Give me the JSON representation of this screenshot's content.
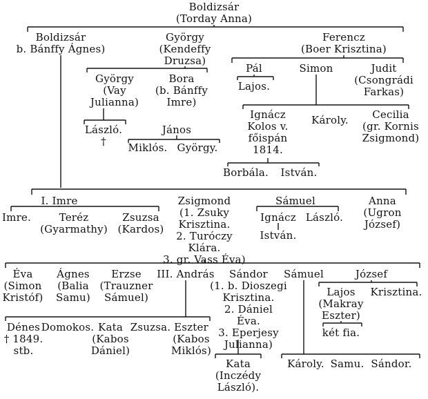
{
  "nodes": [
    {
      "id": "n1",
      "text": "Boldizsár\n(Torday Anna)"
    },
    {
      "id": "n2",
      "text": "Boldizsár\nb. Bánffy Ágnes)"
    },
    {
      "id": "n3",
      "text": "György\n(Kendeffy\nDruzsa)"
    },
    {
      "id": "n4",
      "text": "Ferencz\n(Boer Krisztina)"
    },
    {
      "id": "n5",
      "text": "György\n(Vay\nJulianna)"
    },
    {
      "id": "n6",
      "text": "Bora\n(b. Bánffy\nImre)"
    },
    {
      "id": "n7",
      "text": "László.\n†"
    },
    {
      "id": "n8",
      "text": "János"
    },
    {
      "id": "n9",
      "text": "Miklós."
    },
    {
      "id": "n10",
      "text": "György."
    },
    {
      "id": "n11",
      "text": "Pál"
    },
    {
      "id": "n12",
      "text": "Simon"
    },
    {
      "id": "n13",
      "text": "Judit\n(Csongrádi\nFarkas)"
    },
    {
      "id": "n14",
      "text": "Lajos."
    },
    {
      "id": "n15",
      "text": "Ignácz\nKolos v.\nfőispán\n1814."
    },
    {
      "id": "n16",
      "text": "Károly."
    },
    {
      "id": "n17",
      "text": "Cecilia\n(gr. Kornis\nZsigmond)"
    },
    {
      "id": "n18",
      "text": "Borbála."
    },
    {
      "id": "n19",
      "text": "István."
    },
    {
      "id": "n20",
      "text": "I. Imre"
    },
    {
      "id": "n21",
      "text": "Zsigmond\n(1. Zsuky\nKrisztina.\n2. Turóczy\nKlára.\n3. gr. Vass Éva)"
    },
    {
      "id": "n22",
      "text": "Sámuel"
    },
    {
      "id": "n23",
      "text": "Anna\n(Ugron\nJózsef)"
    },
    {
      "id": "n24",
      "text": "Imre."
    },
    {
      "id": "n25",
      "text": "Teréz\n(Gyarmathy)"
    },
    {
      "id": "n26",
      "text": "Zsuzsa\n(Kardos)"
    },
    {
      "id": "n27",
      "text": "Ignácz"
    },
    {
      "id": "n28",
      "text": "László."
    },
    {
      "id": "n29",
      "text": "István."
    },
    {
      "id": "n30",
      "text": "Éva\n(Simon\nKristóf)"
    },
    {
      "id": "n31",
      "text": "Ágnes\n(Balia\nSamu)"
    },
    {
      "id": "n32",
      "text": "Erzse\n(Trauzner\nSámuel)"
    },
    {
      "id": "n33",
      "text": "III. András"
    },
    {
      "id": "n34",
      "text": "Sándor\n(1. b. Dioszegi\nKrisztina.\n2. Dániel\nÉva.\n3. Eperjesy\nJulianna)"
    },
    {
      "id": "n35",
      "text": "Sámuel"
    },
    {
      "id": "n36",
      "text": "József"
    },
    {
      "id": "n37",
      "text": "Lajos\n(Makray\nEszter)"
    },
    {
      "id": "n38",
      "text": "Krisztina."
    },
    {
      "id": "n39",
      "text": "két fia."
    },
    {
      "id": "n40",
      "text": "Dénes\n† 1849.\nstb."
    },
    {
      "id": "n41",
      "text": "Domokos."
    },
    {
      "id": "n42",
      "text": "Kata\n(Kabos\nDániel)"
    },
    {
      "id": "n43",
      "text": "Zsuzsa."
    },
    {
      "id": "n44",
      "text": "Eszter\n(Kabos\nMiklós)"
    },
    {
      "id": "n45",
      "text": "Kata\n(Inczédy\nLászló)."
    },
    {
      "id": "n46",
      "text": "Károly."
    },
    {
      "id": "n47",
      "text": "Samu."
    },
    {
      "id": "n48",
      "text": "Sándor."
    }
  ]
}
